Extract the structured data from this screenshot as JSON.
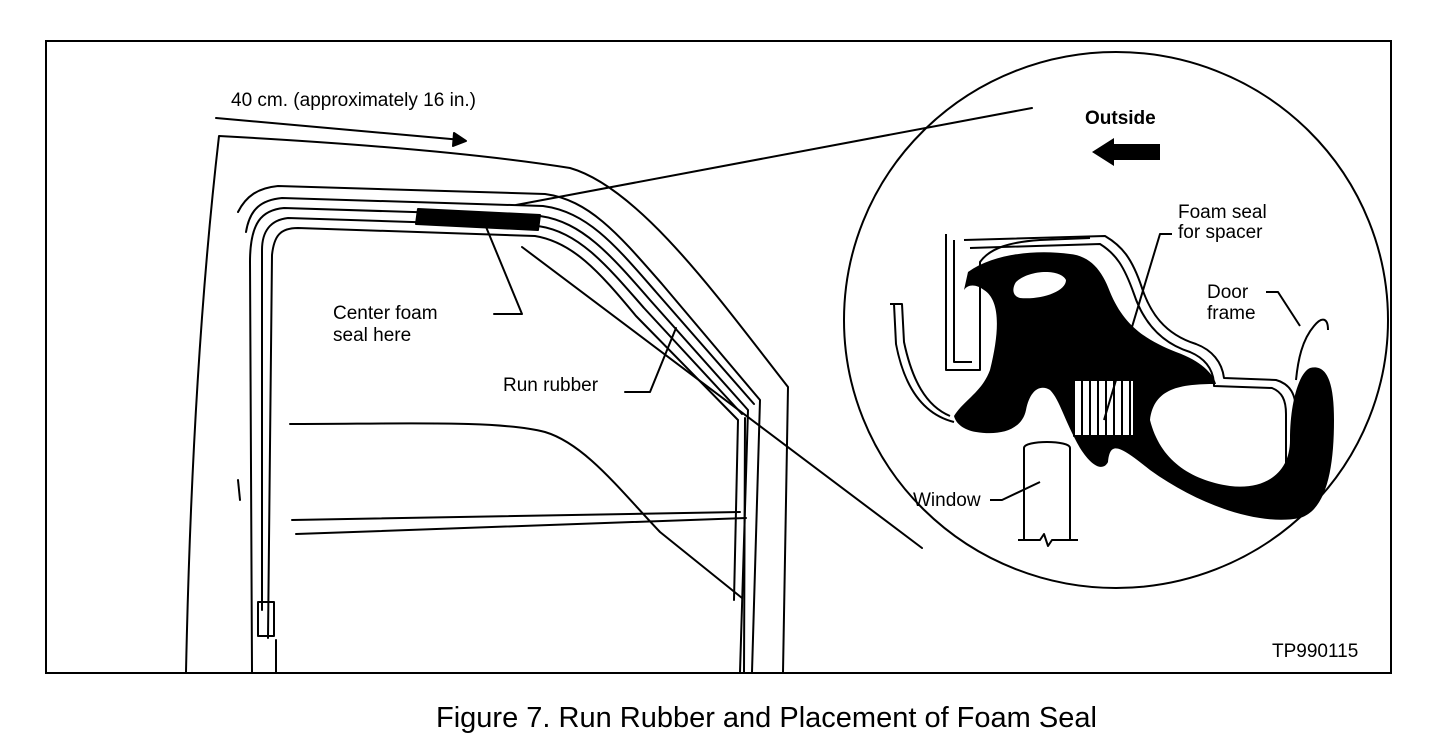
{
  "labels": {
    "length": "40 cm. (approximately 16 in.)",
    "center_foam_line1": "Center foam",
    "center_foam_line2": "seal here",
    "run_rubber": "Run rubber",
    "outside": "Outside",
    "foam_spacer_line1": "Foam seal",
    "foam_spacer_line2": "for spacer",
    "door_frame_line1": "Door",
    "door_frame_line2": "frame",
    "window": "Window",
    "figure_id": "TP990115"
  },
  "caption": "Figure 7. Run Rubber and Placement of Foam Seal"
}
